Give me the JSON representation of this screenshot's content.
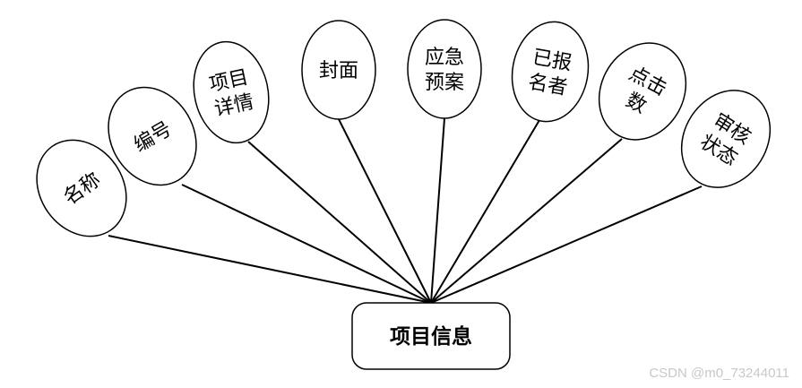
{
  "entity": {
    "label": "项目信息"
  },
  "attributes": [
    {
      "id": "name",
      "lines": [
        "名称"
      ]
    },
    {
      "id": "number",
      "lines": [
        "编号"
      ]
    },
    {
      "id": "detail",
      "lines": [
        "项目",
        "详情"
      ]
    },
    {
      "id": "cover",
      "lines": [
        "封面"
      ]
    },
    {
      "id": "emergency",
      "lines": [
        "应急",
        "预案"
      ]
    },
    {
      "id": "enrolled",
      "lines": [
        "已报",
        "名者"
      ]
    },
    {
      "id": "clicks",
      "lines": [
        "点击",
        "数"
      ]
    },
    {
      "id": "audit",
      "lines": [
        "审核",
        "状态"
      ]
    }
  ],
  "watermark": "CSDN @m0_73244011"
}
